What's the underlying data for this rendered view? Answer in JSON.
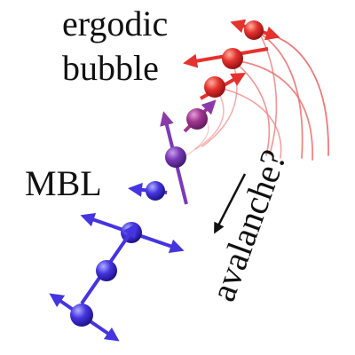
{
  "labels": {
    "ergodic_line1": "ergodic",
    "ergodic_line2": "bubble",
    "mbl": "MBL",
    "avalanche": "avalanche?"
  },
  "colors": {
    "background": "#ffffff",
    "ergodic_red": "#e5322e",
    "mbl_blue": "#4535e0",
    "transition_purple": "#8a3aa8",
    "coupling_lines": "#f07070",
    "text": "#111111",
    "avalanche_arrow": "#111111"
  },
  "spins": [
    {
      "phase": "ergodic"
    },
    {
      "phase": "ergodic"
    },
    {
      "phase": "ergodic"
    },
    {
      "phase": "transition"
    },
    {
      "phase": "transition"
    },
    {
      "phase": "mbl"
    },
    {
      "phase": "mbl"
    },
    {
      "phase": "mbl"
    },
    {
      "phase": "mbl"
    }
  ]
}
